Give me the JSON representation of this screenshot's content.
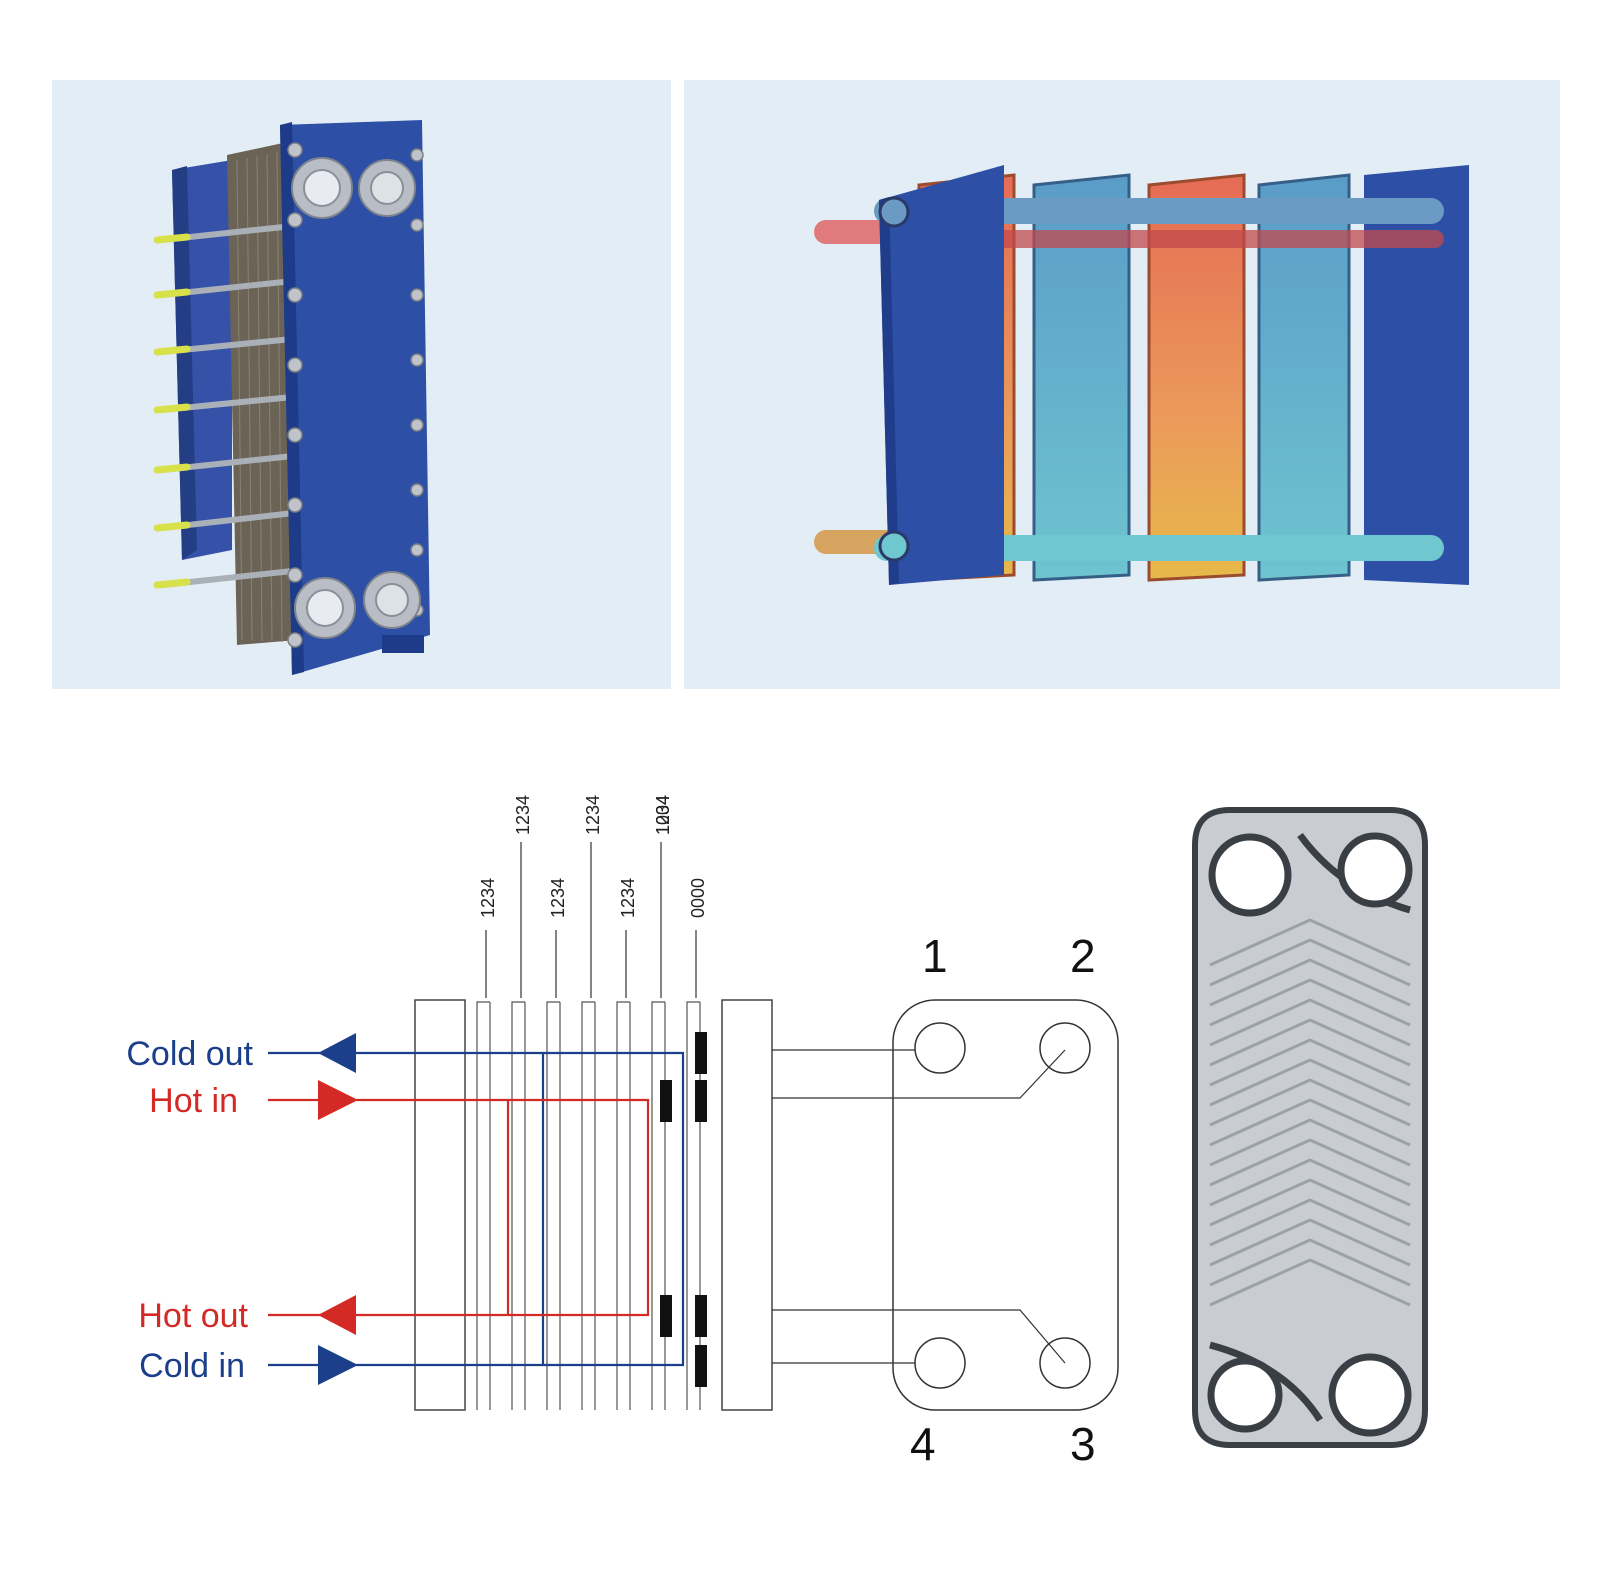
{
  "colors": {
    "cold": "#1c3f8c",
    "hot": "#d42a26",
    "frame_blue": "#2d4fa6",
    "panel_bg": "#e3edf5",
    "gasket": "#3a3f45",
    "plate_metal": "#c9cdd2"
  },
  "flow_labels": {
    "cold_out": "Cold out",
    "hot_in": "Hot in",
    "hot_out": "Hot out",
    "cold_in": "Cold in"
  },
  "plate_codes": {
    "upper": [
      "1234",
      "1234",
      "1234",
      "1004"
    ],
    "lower": [
      "1234",
      "1234",
      "1234",
      "0000"
    ]
  },
  "port_numbers": {
    "top_left": "1",
    "top_right": "2",
    "bottom_right": "3",
    "bottom_left": "4"
  },
  "icons": {
    "photo": "heat-exchanger-assembly-icon",
    "exploded": "exploded-plate-stack-icon",
    "plate_photo": "gasketed-plate-icon"
  }
}
